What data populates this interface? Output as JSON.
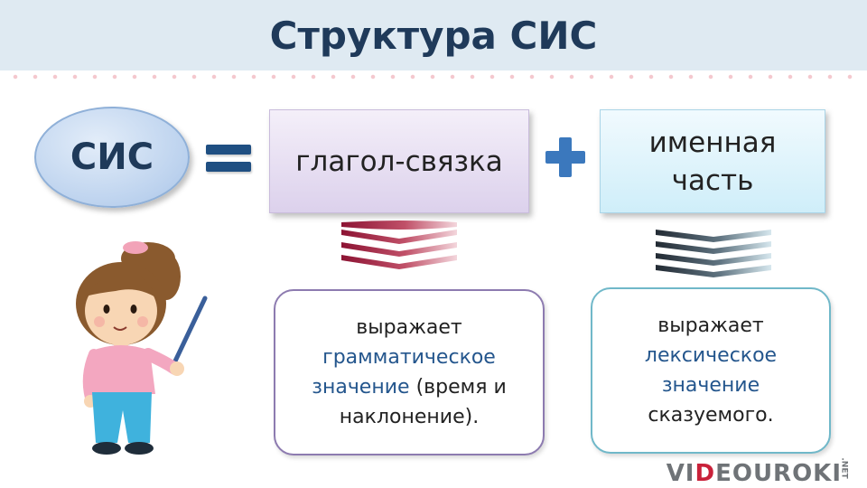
{
  "title": "Структура СИС",
  "formula": {
    "term": "СИС",
    "part1": "глагол-связка",
    "part2": {
      "line1": "именная",
      "line2": "часть"
    }
  },
  "cards": {
    "left": {
      "line1": "выражает",
      "line2_highlight": "грамматическое",
      "line3_highlight": "значение",
      "line3_rest": " (время и",
      "line4": "наклонение)."
    },
    "right": {
      "line1": "выражает",
      "line2_highlight": "лексическое",
      "line3_highlight": "значение",
      "line4": "сказуемого."
    }
  },
  "logo": {
    "prefix": "VI",
    "accent": "D",
    "rest": "EOUROKI",
    "suffix": ".NET"
  },
  "colors": {
    "title": "#1f3a5a",
    "highlight": "#24568d",
    "chevron_left": "#9a1f3c",
    "chevron_right": "#2f3a45",
    "equals": "#1f4f82",
    "plus": "#3b78bd"
  },
  "icons": [
    "equals-icon",
    "plus-icon",
    "chevron-stack-icon",
    "teacher-girl-illustration"
  ]
}
